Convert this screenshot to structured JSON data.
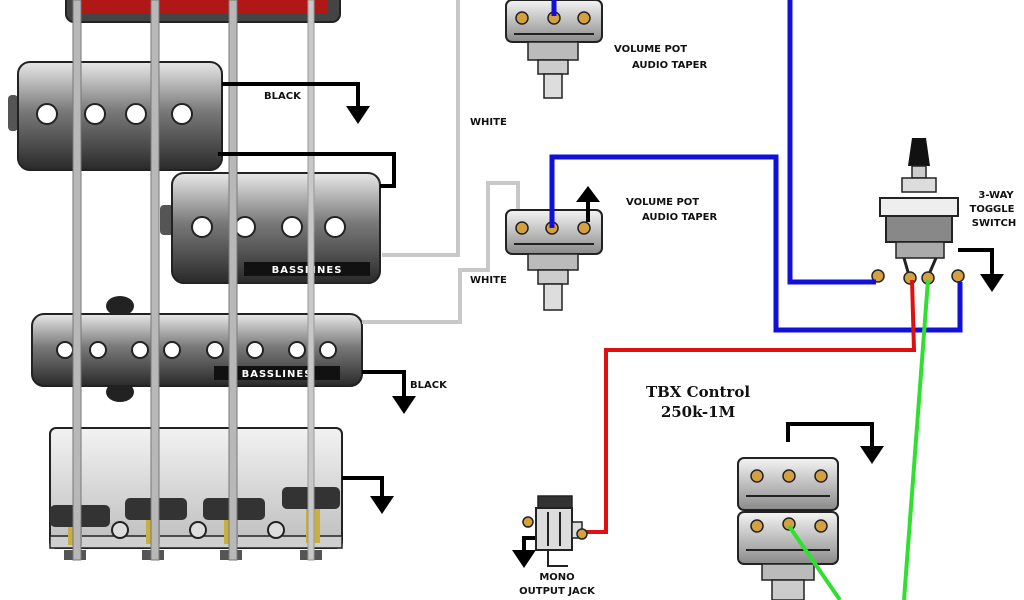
{
  "labels": {
    "volume_pot_1": [
      "VOLUME POT",
      "AUDIO TAPER"
    ],
    "volume_pot_2": [
      "VOLUME POT",
      "AUDIO TAPER"
    ],
    "black_1": "BLACK",
    "black_2": "BLACK",
    "white_1": "WHITE",
    "white_2": "WHITE",
    "toggle": [
      "3-WAY",
      "TOGGLE",
      "SWITCH"
    ],
    "tbx": [
      "TBX Control",
      "250k-1M"
    ],
    "jack": [
      "MONO",
      "OUTPUT JACK"
    ],
    "brand_1": "BASSLINES",
    "brand_2": "BASSLINES"
  },
  "colors": {
    "wire_blue": "#1010d8",
    "wire_red": "#e01010",
    "wire_green": "#30e030",
    "wire_gray": "#c8c8c8",
    "wire_black": "#000000",
    "pickup_body": "#3a3a3a",
    "pickup_red": "#b01818",
    "terminal": "#d4a040"
  }
}
